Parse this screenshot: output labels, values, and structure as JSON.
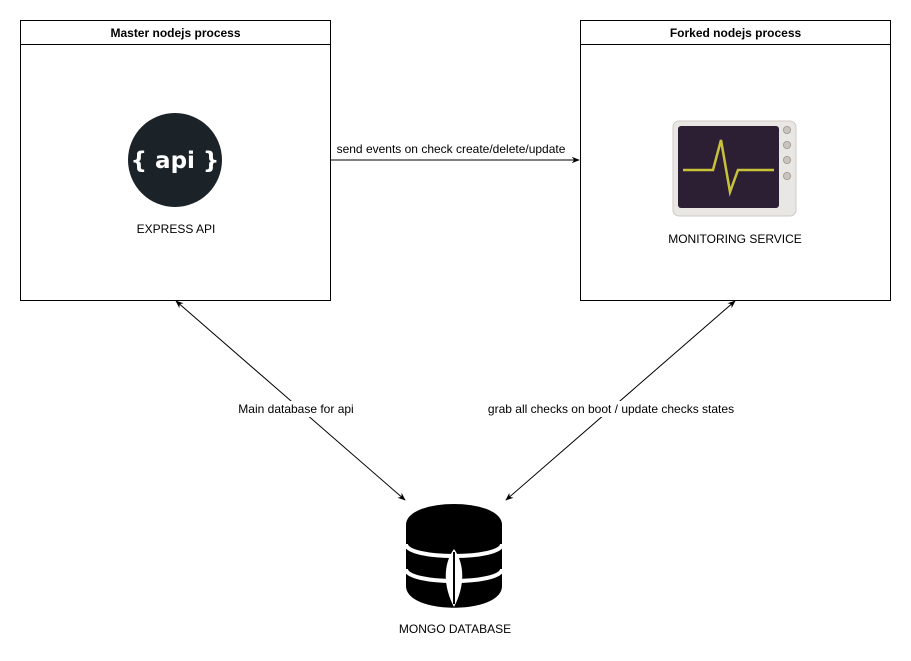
{
  "nodes": {
    "master": {
      "header": "Master nodejs process",
      "icon_text": "{ api }",
      "label": "EXPRESS API"
    },
    "forked": {
      "header": "Forked nodejs process",
      "label": "MONITORING SERVICE"
    },
    "database": {
      "label": "MONGO DATABASE"
    }
  },
  "edges": {
    "master_to_forked": "send events on check create/delete/update",
    "master_db": "Main database for api",
    "forked_db": "grab all checks on boot / update checks states"
  },
  "colors": {
    "api_badge": "#1b2329",
    "monitor_screen": "#2d1f33",
    "monitor_wave": "#c7c23a",
    "db": "#000000"
  },
  "icons": [
    "api-icon",
    "monitor-icon",
    "mongo-database-icon"
  ]
}
